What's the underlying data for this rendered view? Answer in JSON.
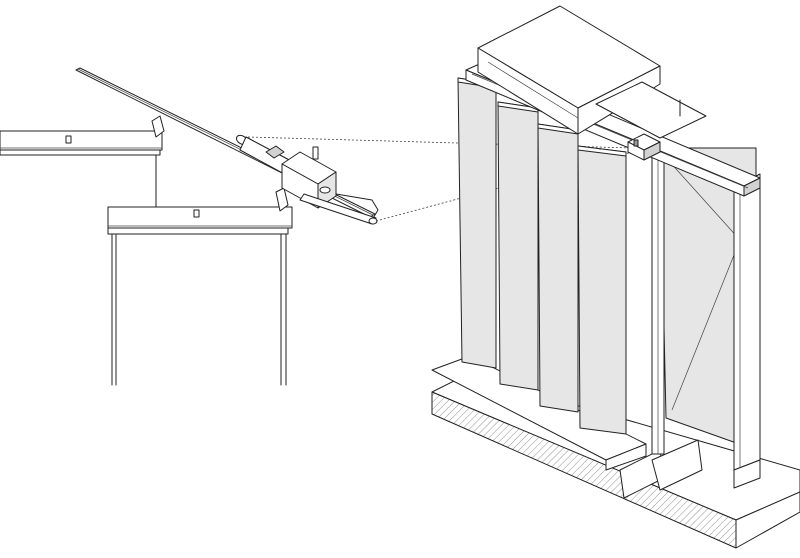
{
  "colors": {
    "background": "#ffffff",
    "line": "#222222",
    "panel_light": "#e6e6e6",
    "panel_mid": "#d2d2d2",
    "section_hatch": "#777777"
  },
  "figure": {
    "detail_view": "detail-callout",
    "main_view": "vertical-panel-assembly",
    "panel_count": 4
  }
}
